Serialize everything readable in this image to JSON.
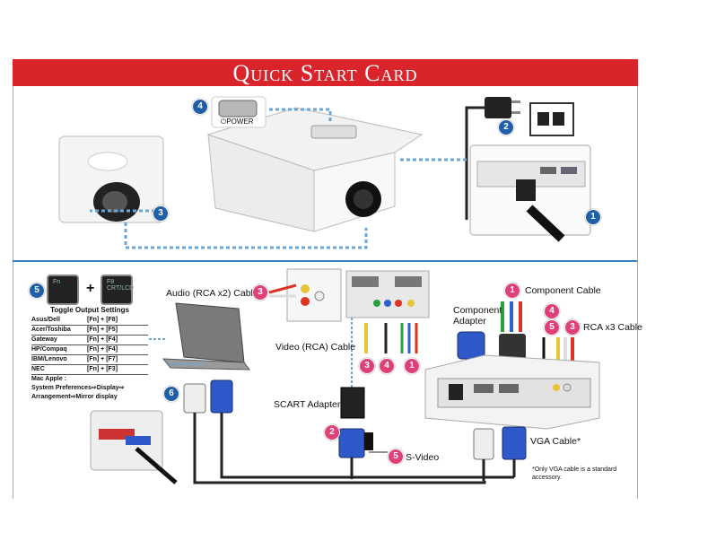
{
  "title": "Quick Start Card",
  "power_label": "POWER",
  "badges": {
    "b1": "1",
    "b2": "2",
    "b3": "3",
    "b4": "4",
    "b5": "5",
    "b6": "6"
  },
  "keys": {
    "fn": "Fn",
    "f8": "F8",
    "f8_sub": "CRT/LCD",
    "plus": "+"
  },
  "toggle": {
    "title": "Toggle Output Settings",
    "rows": [
      {
        "brand": "Asus/Dell",
        "keys": "[Fn] + [F8]"
      },
      {
        "brand": "Acer/Toshiba",
        "keys": "[Fn] + [F5]"
      },
      {
        "brand": "Gateway",
        "keys": "[Fn] + [F4]"
      },
      {
        "brand": "HP/Compaq",
        "keys": "[Fn] + [F4]"
      },
      {
        "brand": "IBM/Lenovo",
        "keys": "[Fn] + [F7]"
      },
      {
        "brand": "NEC",
        "keys": "[Fn] + [F3]"
      }
    ],
    "mac_1": "Mac Apple :",
    "mac_2": "System Preferences⇨Display⇨",
    "mac_3": "Arrangement⇨Mirror display"
  },
  "labels": {
    "audio": "Audio (RCA x2) Cable",
    "video": "Video (RCA) Cable",
    "component_cable": "Component Cable",
    "component_adapter_1": "Component",
    "component_adapter_2": "Adapter",
    "rca_x3": "RCA x3 Cable",
    "scart": "SCART Adapter",
    "svideo": "S-Video",
    "vga": "VGA Cable*",
    "note_1": "*Only VGA cable is a standard",
    "note_2": "accessory."
  },
  "colors": {
    "banner": "#d9242c",
    "badge_blue": "#1f5fa8",
    "badge_pink": "#e0407a",
    "arrow": "#6aa6d8"
  }
}
